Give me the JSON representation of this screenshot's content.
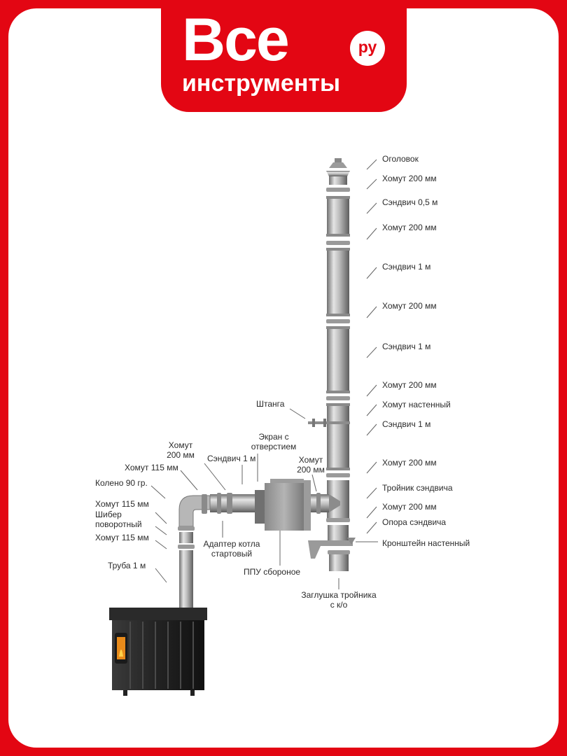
{
  "brand": {
    "line1": "Все",
    "line2": "инструменты",
    "badge": "ру",
    "color": "#e30613"
  },
  "labels": {
    "ogolovok": "Оголовок",
    "homut1": "Хомут 200 мм",
    "sandwich05": "Сэндвич 0,5 м",
    "homut2": "Хомут 200 мм",
    "sandwich1a": "Сэндвич 1 м",
    "homut3": "Хомут 200 мм",
    "sandwich1b": "Сэндвич 1 м",
    "homut4": "Хомут 200 мм",
    "homut_wall": "Хомут настенный",
    "sandwich1c": "Сэндвич 1 м",
    "homut5": "Хомут 200 мм",
    "troinik": "Тройник сэндвича",
    "homut6": "Хомут 200 мм",
    "opora": "Опора сэндвича",
    "bracket": "Кронштейн настенный",
    "zaglushka_1": "Заглушка тройника",
    "zaglushka_2": "с к/о",
    "shtanga": "Штанга",
    "screen_1": "Экран с",
    "screen_2": "отверстием",
    "homut_mid_1": "Хомут",
    "homut_mid_2": "200 мм",
    "sandwich_h": "Сэндвич 1 м",
    "homut_left_1": "Хомут",
    "homut_left_2": "200 мм",
    "homut115a": "Хомут 115 мм",
    "koleno": "Колено 90 гр.",
    "homut115b": "Хомут 115 мм",
    "shiber_1": "Шибер",
    "shiber_2": "поворотный",
    "homut115c": "Хомут 115 мм",
    "truba": "Труба 1 м",
    "adapter_1": "Адаптер котла",
    "adapter_2": "стартовый",
    "ppu": "ППУ сбороное"
  }
}
